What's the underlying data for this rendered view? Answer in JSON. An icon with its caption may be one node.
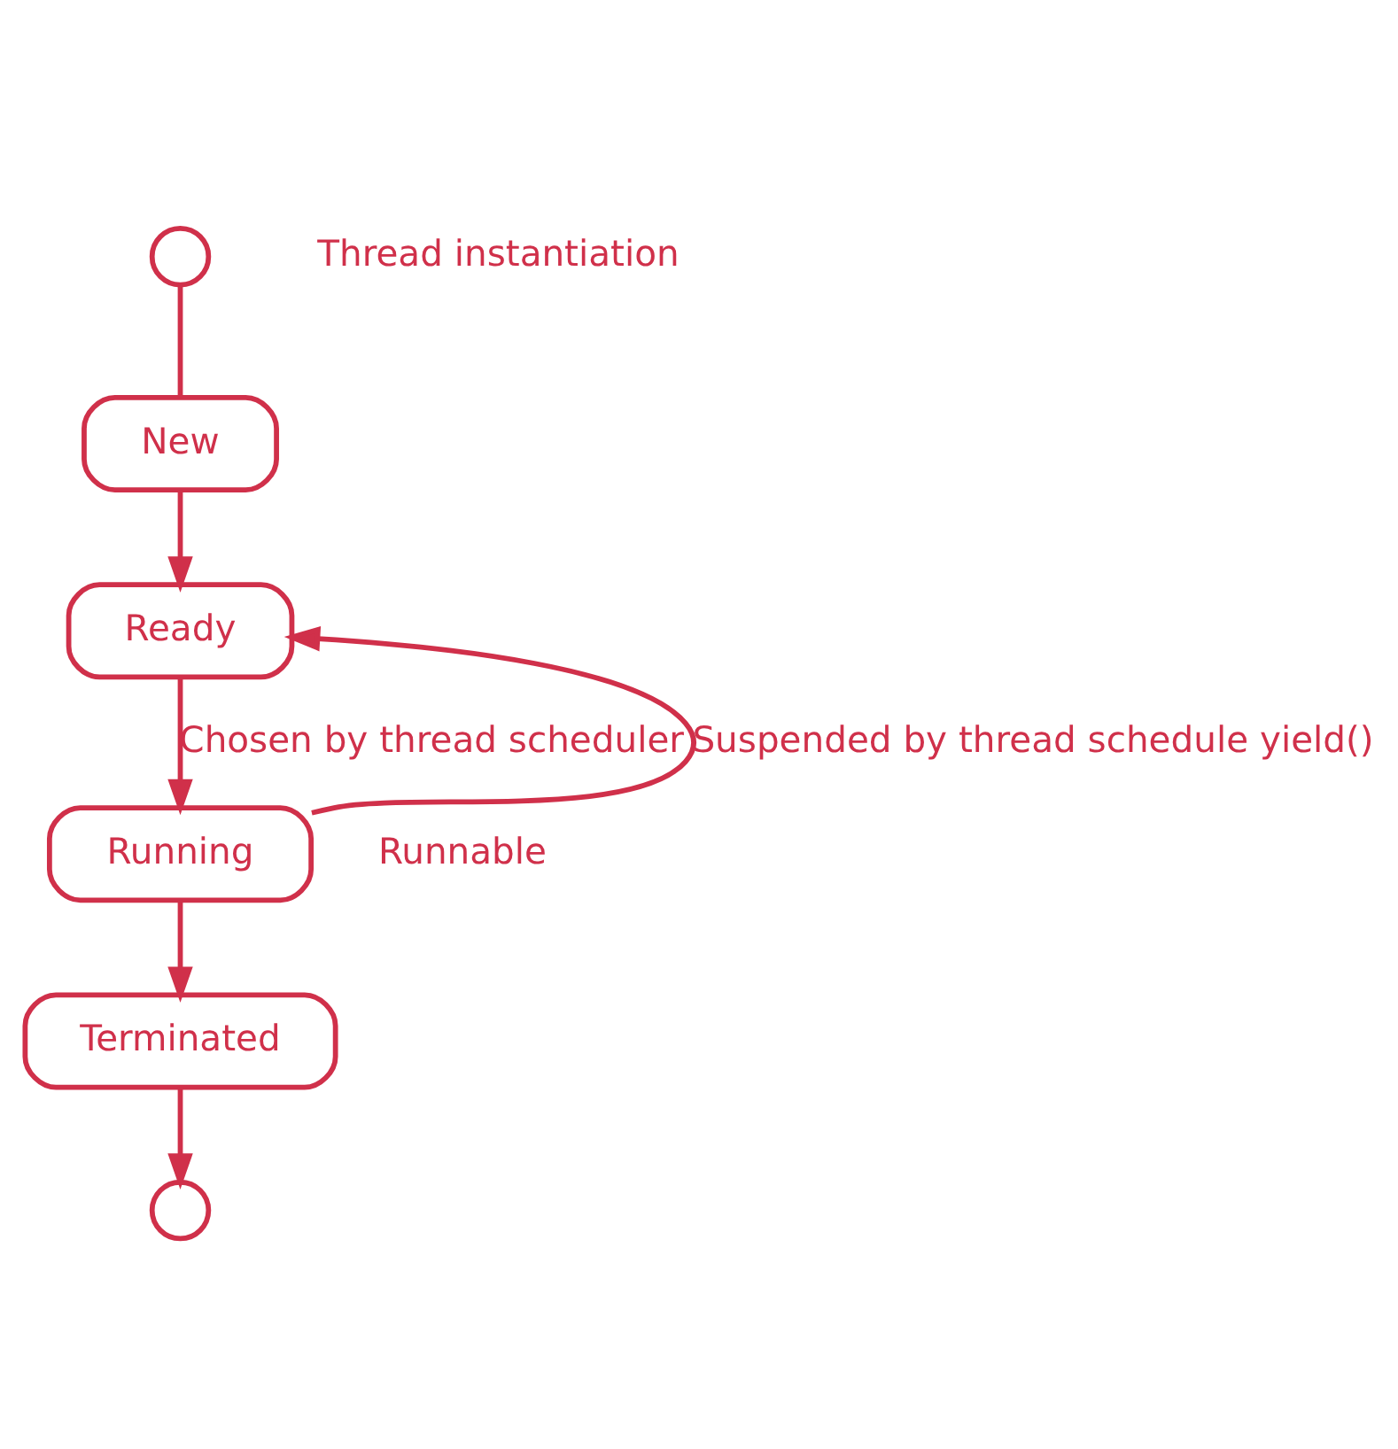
{
  "diagram": {
    "nodes": [
      {
        "text": [],
        "shape": "circle",
        "beside": [
          "Thread instantiation"
        ]
      },
      {
        "text": [
          "New"
        ]
      },
      {
        "text": [
          "Ready"
        ]
      },
      {
        "text": [
          "Running"
        ]
      },
      {
        "text": [
          "Terminated"
        ]
      },
      {
        "text": [],
        "shape": "circle"
      }
    ],
    "edges": [
      {
        "from": 0,
        "to": 1,
        "arrow": "none"
      },
      {
        "from": 1,
        "to": 2,
        "arrow": "to"
      },
      {
        "from": 2,
        "to": 3,
        "arrow": "to",
        "label": "Chosen by thread scheduler"
      },
      {
        "from": 3,
        "to": 2,
        "arrow": "to",
        "label": "Suspended by thread schedule yield()"
      },
      {
        "from": 3,
        "to": 4,
        "arrow": "to"
      },
      {
        "from": 4,
        "to": 5,
        "arrow": "to"
      }
    ],
    "labels": [
      "Runnable"
    ]
  }
}
